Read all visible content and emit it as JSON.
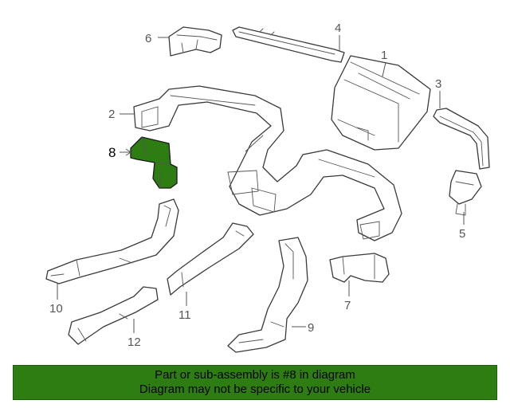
{
  "callouts": {
    "c1": "1",
    "c2": "2",
    "c3": "3",
    "c4": "4",
    "c5": "5",
    "c6": "6",
    "c7": "7",
    "c8": "8",
    "c9": "9",
    "c10": "10",
    "c11": "11",
    "c12": "12"
  },
  "highlight": {
    "part": "8",
    "color": "#2e7d12"
  },
  "banner": {
    "line1": "Part or sub-assembly is #8 in diagram",
    "line2": "Diagram may not be specific to your vehicle",
    "background": "#2e7d12"
  }
}
